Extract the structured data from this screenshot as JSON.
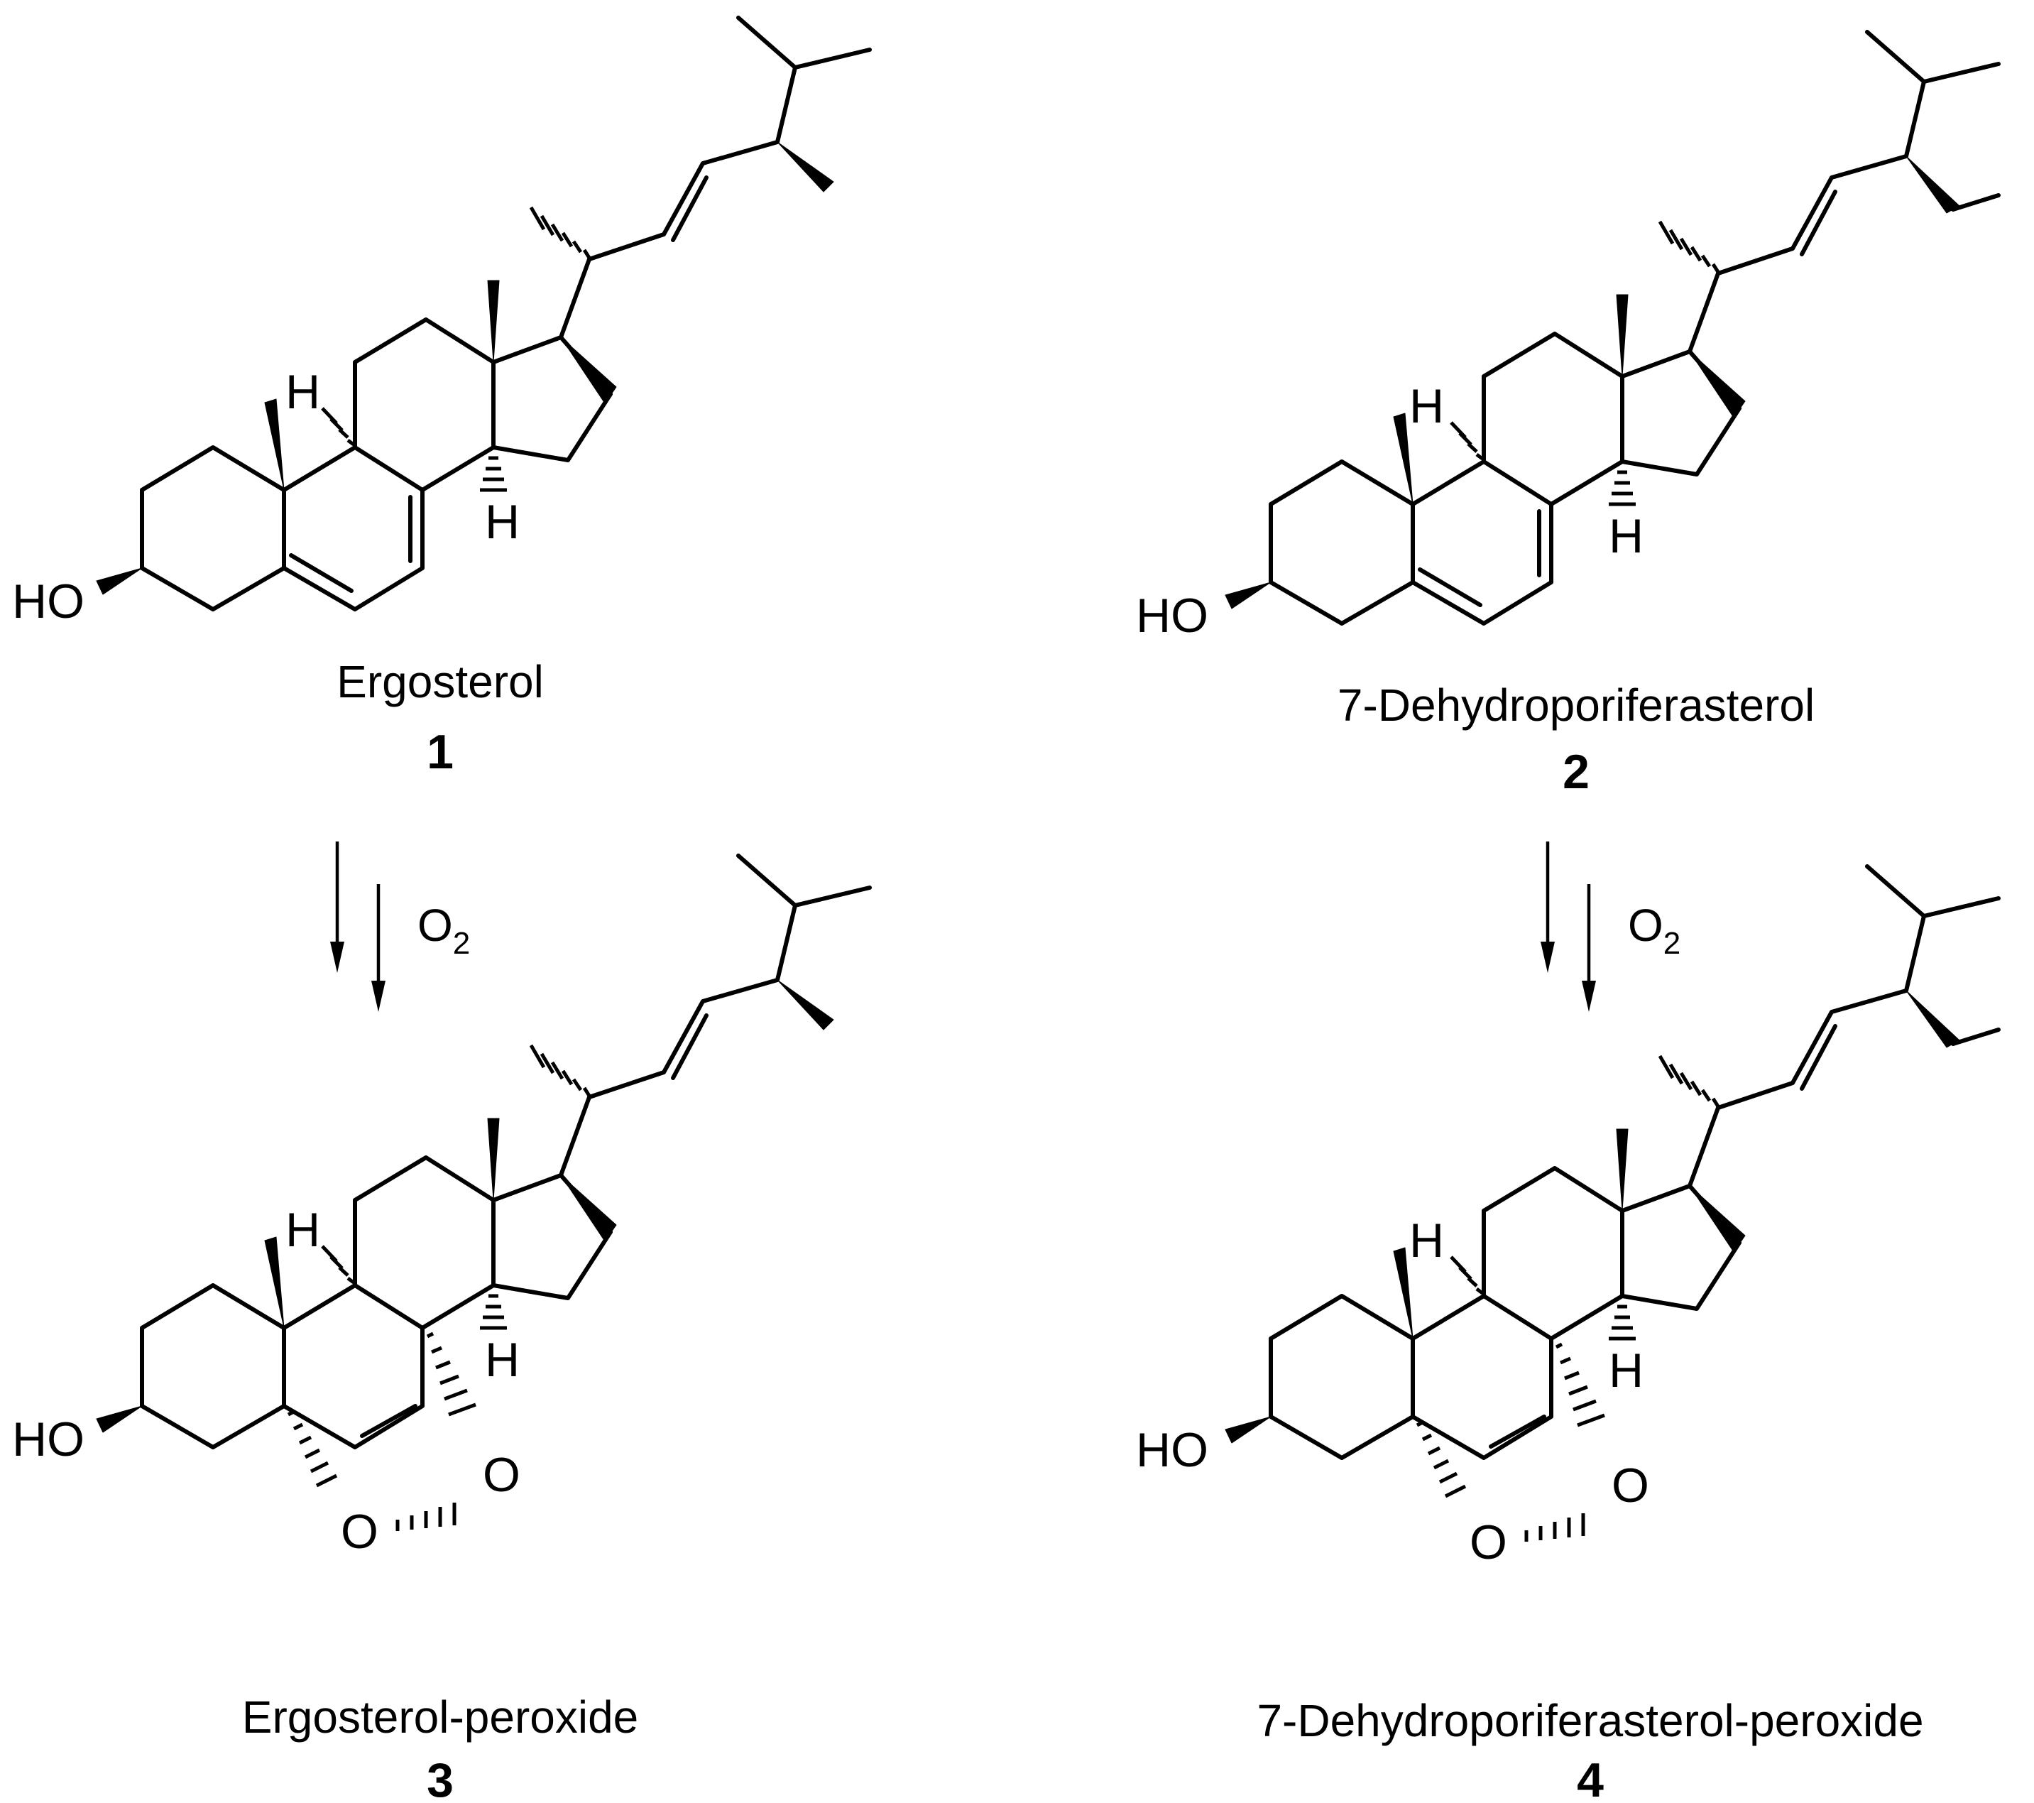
{
  "compounds": [
    {
      "name": "Ergosterol",
      "number": "1"
    },
    {
      "name": "7-Dehydroporiferasterol",
      "number": "2"
    },
    {
      "name": "Ergosterol-peroxide",
      "number": "3"
    },
    {
      "name": "7-Dehydroporiferasterol-peroxide",
      "number": "4"
    }
  ],
  "reagent": {
    "main": "O",
    "subscript": "2"
  },
  "atom_labels": {
    "hydroxyl": "HO",
    "hydrogen": "H",
    "oxygen": "O"
  }
}
